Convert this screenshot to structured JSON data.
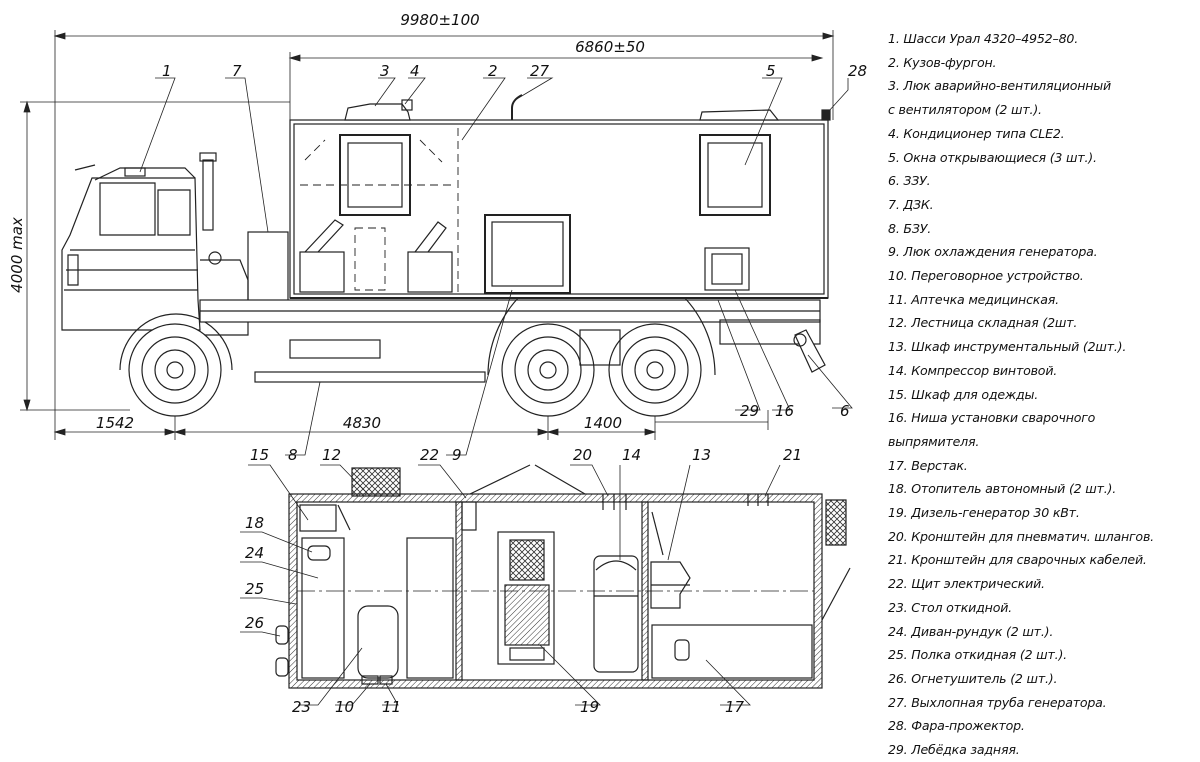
{
  "dimensions": {
    "overall_length": "9980±100",
    "body_length": "6860±50",
    "height_max": "4000 max",
    "front_overhang": "1542",
    "wheelbase": "4830",
    "bogie_spacing": "1400"
  },
  "callouts": [
    "1",
    "2",
    "3",
    "4",
    "5",
    "6",
    "7",
    "8",
    "9",
    "10",
    "11",
    "12",
    "13",
    "14",
    "15",
    "16",
    "17",
    "18",
    "19",
    "20",
    "21",
    "22",
    "23",
    "24",
    "25",
    "26",
    "27",
    "28",
    "29"
  ],
  "legend": [
    "1. Шасси Урал 4320–4952–80.",
    "2. Кузов-фургон.",
    "3. Люк аварийно-вентиляционный",
    "с вентилятором (2 шт.).",
    "4. Кондиционер типа CLE2.",
    "5. Окна открывающиеся (3 шт.).",
    "6. ЗЗУ.",
    "7. ДЗК.",
    "8. БЗУ.",
    "9. Люк охлаждения генератора.",
    "10. Переговорное устройство.",
    "11. Аптечка медицинская.",
    "12. Лестница складная (2шт.",
    "13. Шкаф инструментальный (2шт.).",
    "14. Компрессор винтовой.",
    "15. Шкаф для одежды.",
    "16. Ниша установки сварочного",
    "выпрямителя.",
    "17. Верстак.",
    "18. Отопитель автономный (2 шт.).",
    "19. Дизель-генератор 30 кВт.",
    "20. Кронштейн для пневматич. шлангов.",
    "21. Кронштейн для сварочных кабелей.",
    "22. Щит электрический.",
    "23. Стол откидной.",
    "24. Диван-рундук (2 шт.).",
    "25. Полка откидная (2 шт.).",
    "26. Огнетушитель (2 шт.).",
    "27. Выхлопная труба генератора.",
    "28. Фара-прожектор.",
    "29. Лебёдка задняя."
  ]
}
